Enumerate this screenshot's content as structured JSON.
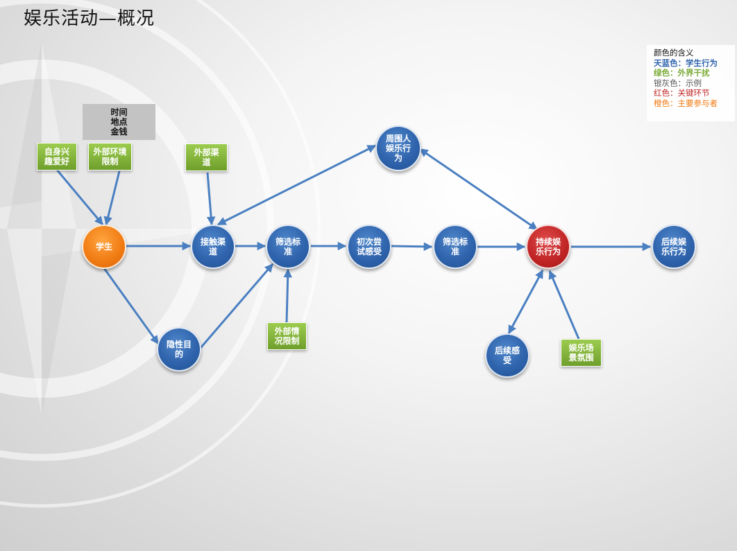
{
  "title": "娱乐活动—概况",
  "nodes": {
    "student": "学生",
    "contact": "接触渠道",
    "filter1": "筛选标准",
    "trial": "初次尝试感受",
    "filter2": "筛选标准",
    "continue": "持续娱乐行为",
    "followup": "后续娱乐行为",
    "hidden": "隐性目的",
    "peers": "周围人娱乐行为",
    "feeling": "后续感受"
  },
  "boxes": {
    "interest": "自身兴趣爱好",
    "envlimit": "外部环境限制",
    "extchannel": "外部渠道",
    "extsituation": "外部情况限制",
    "scene": "娱乐场景氛围",
    "example": "时间\n地点\n金钱"
  },
  "legend": {
    "heading": "颜色的含义",
    "items": [
      {
        "text": "天蓝色：学生行为",
        "color": "#2f64ad"
      },
      {
        "text": "绿色：外界干扰",
        "color": "#7aaa35"
      },
      {
        "text": "银灰色：示例",
        "color": "#555555"
      },
      {
        "text": "红色：关键环节",
        "color": "#c02424"
      },
      {
        "text": "橙色：主要参与者",
        "color": "#f07a12"
      }
    ]
  },
  "colors": {
    "student_behavior": "#2f64ad",
    "external": "#7aaa35",
    "example": "#c3c3c3",
    "key": "#c02424",
    "participant": "#f07a12",
    "arrow": "#4a7fc1"
  }
}
